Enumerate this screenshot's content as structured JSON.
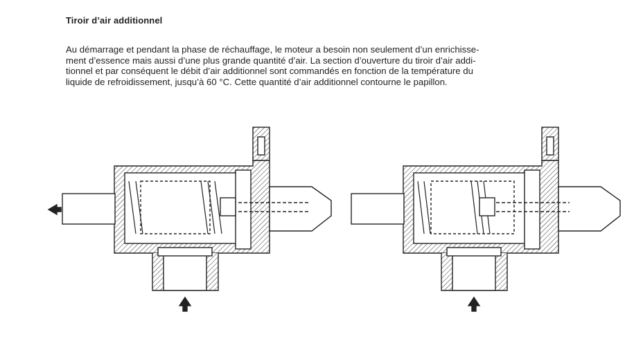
{
  "document": {
    "heading": "Tiroir d’air additionnel",
    "paragraph_lines": [
      "Au démarrage et pendant la phase de réchauffage, le moteur a besoin non seulement d’un enrichisse-",
      "ment d’essence mais aussi d’une plus grande quantité d’air. La section d’ouverture du tiroir d’air addi-",
      "tionnel et par conséquent le débit d’air additionnel sont commandés en fonction de la température du",
      "liquide de refroidissement, jusqu’à 60 °C. Cette quantité d’air additionnel contourne le papillon."
    ]
  },
  "figures": [
    {
      "state": "open"
    },
    {
      "state": "closed"
    }
  ]
}
